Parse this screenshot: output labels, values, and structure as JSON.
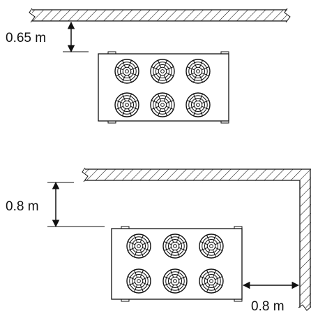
{
  "diagrams": [
    {
      "name": "wall-clearance-single",
      "clearance_label": "0.65 m",
      "fan_rows": 2,
      "fan_cols": 3
    },
    {
      "name": "corner-clearance",
      "top_clearance_label": "0.8 m",
      "side_clearance_label": "0.8 m",
      "fan_rows": 2,
      "fan_cols": 3
    }
  ],
  "colors": {
    "line": "#111111",
    "background": "#ffffff"
  }
}
